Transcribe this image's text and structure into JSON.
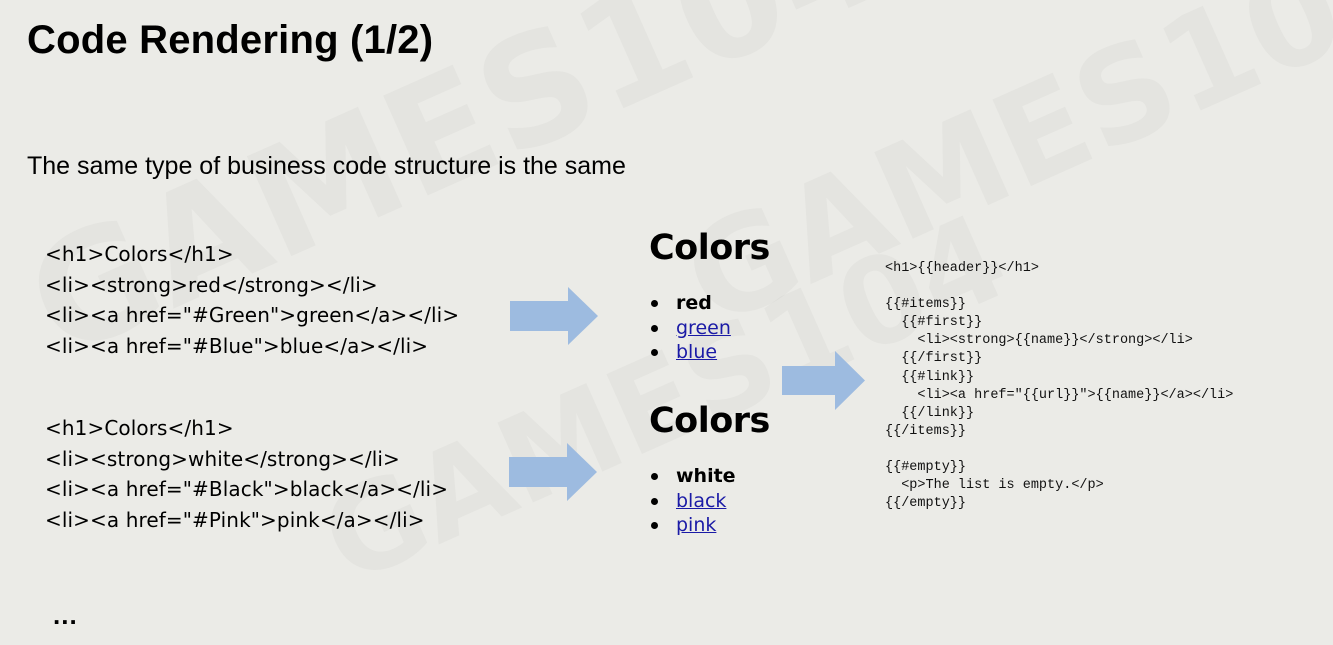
{
  "slide": {
    "title": "Code Rendering (1/2)",
    "subtitle": "The same type of business code structure is the same",
    "ellipsis": "...",
    "watermark_text": "GAMES104"
  },
  "code_examples": [
    {
      "lines": [
        "<h1>Colors</h1>",
        "<li><strong>red</strong></li>",
        "<li><a href=\"#Green\">green</a></li>",
        "<li><a href=\"#Blue\">blue</a></li>"
      ]
    },
    {
      "lines": [
        "<h1>Colors</h1>",
        "<li><strong>white</strong></li>",
        "<li><a href=\"#Black\">black</a></li>",
        "<li><a href=\"#Pink\">pink</a></li>"
      ]
    }
  ],
  "rendered_outputs": [
    {
      "heading": "Colors",
      "items": [
        {
          "text": "red",
          "style": "strong"
        },
        {
          "text": "green",
          "style": "link"
        },
        {
          "text": "blue",
          "style": "link"
        }
      ]
    },
    {
      "heading": "Colors",
      "items": [
        {
          "text": "white",
          "style": "strong"
        },
        {
          "text": "black",
          "style": "link"
        },
        {
          "text": "pink",
          "style": "link"
        }
      ]
    }
  ],
  "template": {
    "code": "<h1>{{header}}</h1>\n\n{{#items}}\n  {{#first}}\n    <li><strong>{{name}}</strong></li>\n  {{/first}}\n  {{#link}}\n    <li><a href=\"{{url}}\">{{name}}</a></li>\n  {{/link}}\n{{/items}}\n\n{{#empty}}\n  <p>The list is empty.</p>\n{{/empty}}"
  },
  "colors": {
    "background": "#ebebe7",
    "arrow": "#9dbbe0",
    "link": "#1a1aa6"
  },
  "icons": {
    "arrow": "right-arrow-icon"
  }
}
